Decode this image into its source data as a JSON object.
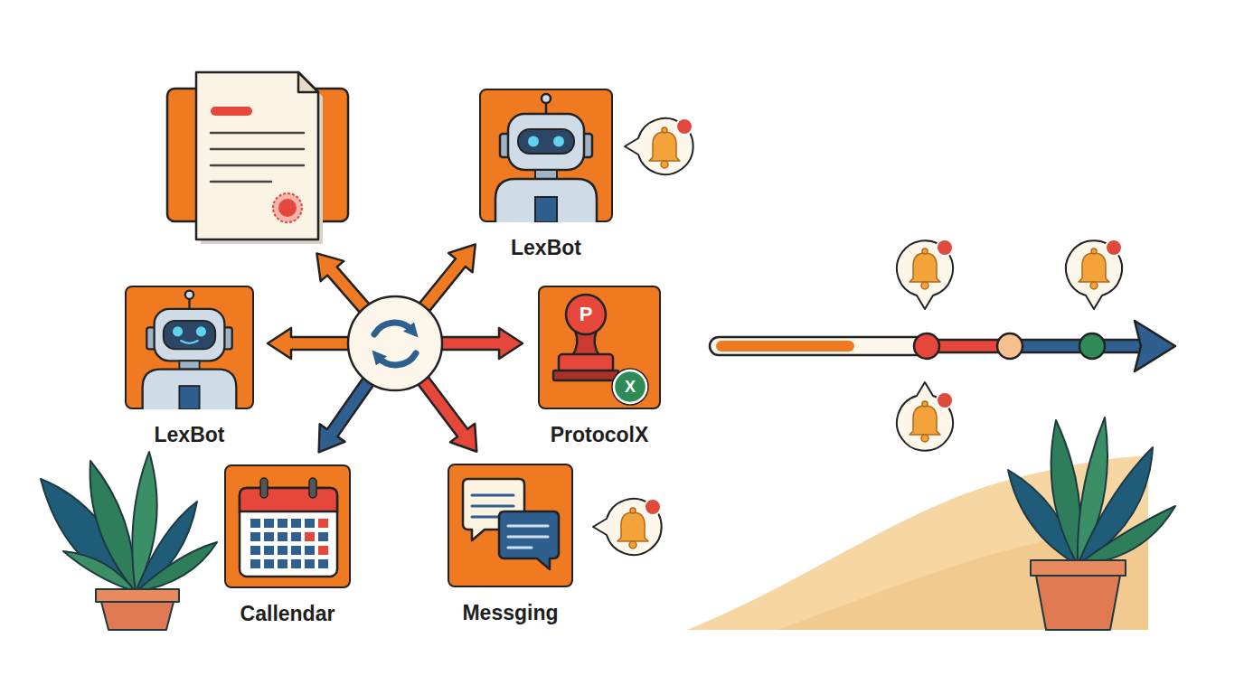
{
  "diagram": {
    "nodes": [
      {
        "text": [
          "LexBot"
        ]
      },
      {
        "text": [
          "LexBot"
        ]
      },
      {
        "text": [
          "ProtocolX"
        ]
      },
      {
        "text": [
          "Callendar"
        ]
      },
      {
        "text": [
          "Messging"
        ]
      }
    ],
    "labels": [
      "P",
      "X"
    ]
  }
}
